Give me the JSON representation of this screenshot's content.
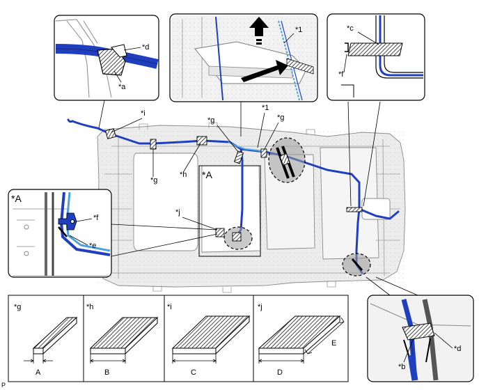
{
  "labels": {
    "a": "*a",
    "b": "*b",
    "c": "*c",
    "d": "*d",
    "e": "*e",
    "f": "*f",
    "g": "*g",
    "h": "*h",
    "i": "*i",
    "j": "*j",
    "one": "*1",
    "A_ref": "*A"
  },
  "legend": {
    "items": [
      {
        "label": "*g",
        "dim": "A"
      },
      {
        "label": "*h",
        "dim": "B"
      },
      {
        "label": "*i",
        "dim": "C"
      },
      {
        "label": "*j",
        "dim": "D",
        "dim2": "E"
      }
    ]
  },
  "corner_code": "P",
  "colors": {
    "harness_blue": "#1f3fbf",
    "harness_light_blue": "#4aa3e0",
    "harness_black": "#111111"
  }
}
